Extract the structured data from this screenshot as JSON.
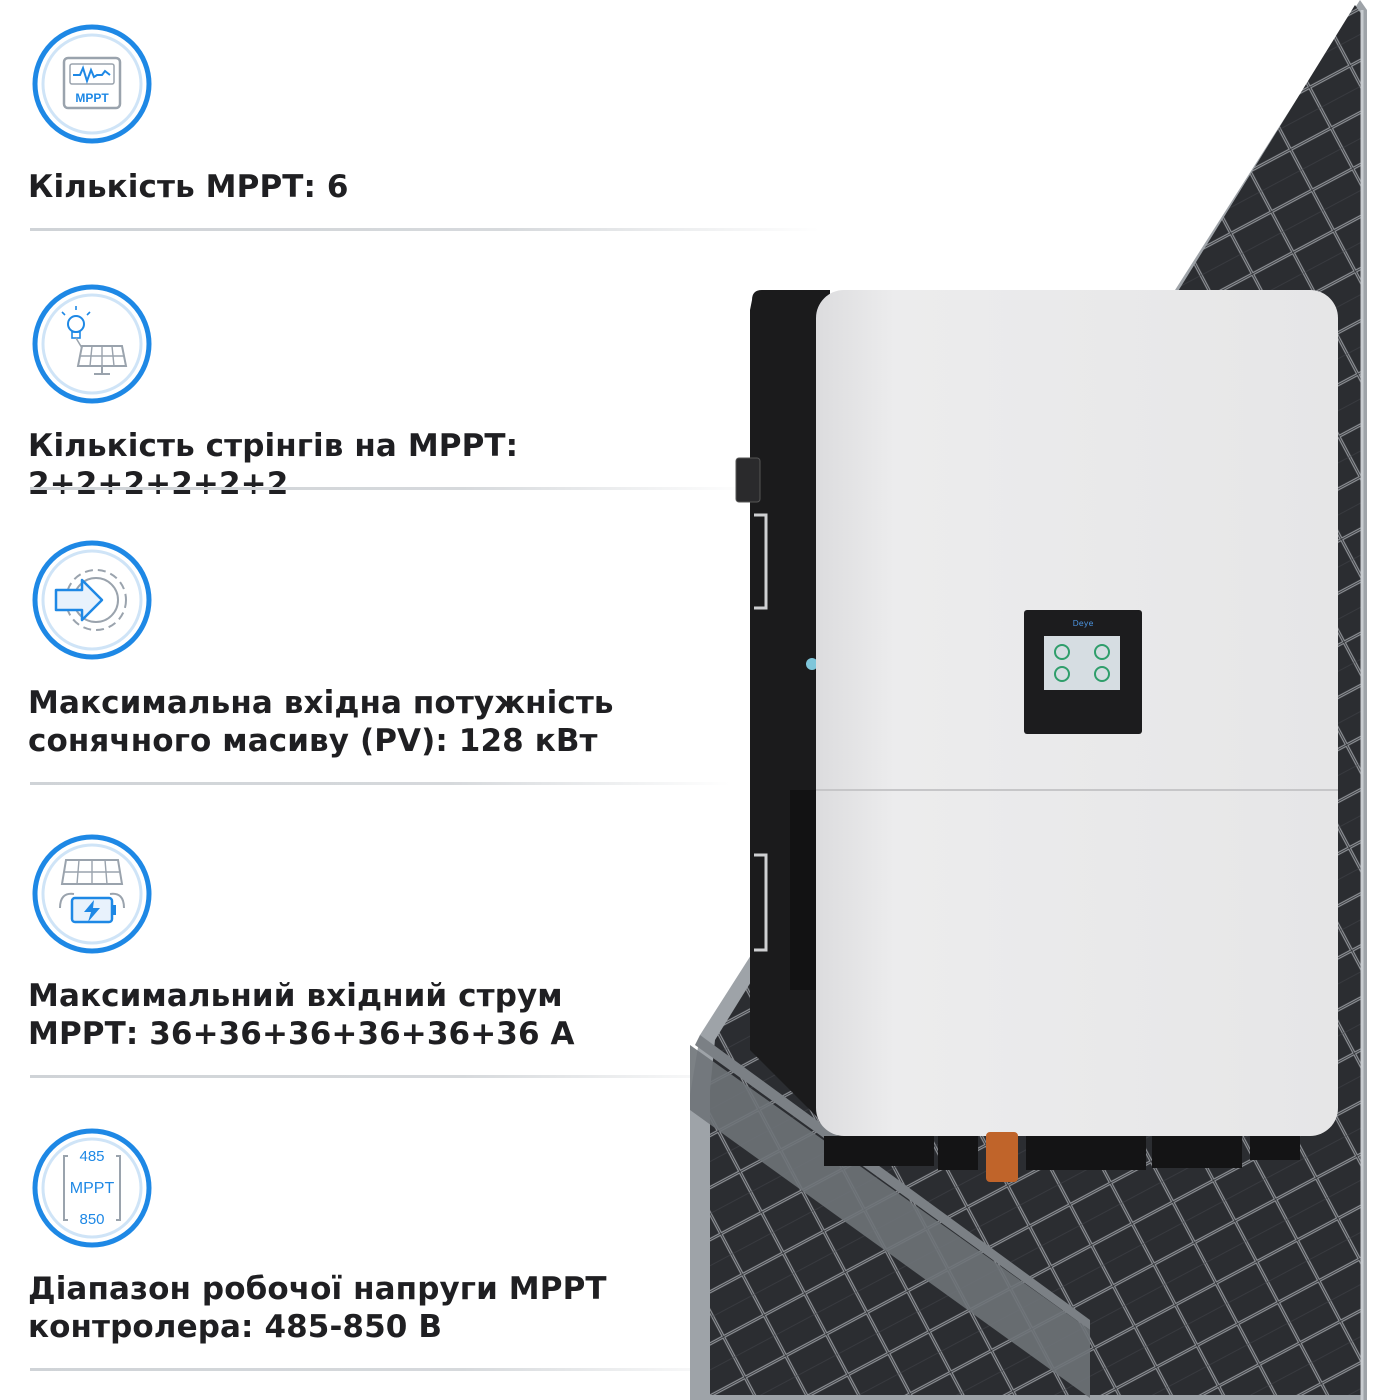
{
  "features": [
    {
      "icon": "mppt-monitor-icon",
      "label": "Кількість МРРТ: 6"
    },
    {
      "icon": "solar-panel-bulb-icon",
      "label": "Кількість стрінгів на МРРТ: 2+2+2+2+2+2"
    },
    {
      "icon": "gear-arrow-icon",
      "label": "Максимальна вхідна потужність\nсонячного масиву (PV): 128 кВт"
    },
    {
      "icon": "solar-battery-icon",
      "label": "Максимальний вхідний струм\nМРРТ: 36+36+36+36+36+36 А"
    },
    {
      "icon": "mppt-range-icon",
      "label": "Діапазон робочої напруги МРРТ\nконтролера: 485-850 В"
    }
  ],
  "icon_text": {
    "mppt": "MPPT",
    "range_top": "485",
    "range_mid": "MPPT",
    "range_bottom": "850"
  },
  "product": {
    "brand": "Deye",
    "image": "hybrid-inverter-on-solar-panel"
  },
  "colors": {
    "accent_blue": "#1e88e5",
    "ring_light": "#cfe4f7",
    "text": "#1f1f22",
    "inverter_body": "#e9e9ea",
    "inverter_side": "#1b1b1c",
    "panel": "#2a2c30"
  }
}
